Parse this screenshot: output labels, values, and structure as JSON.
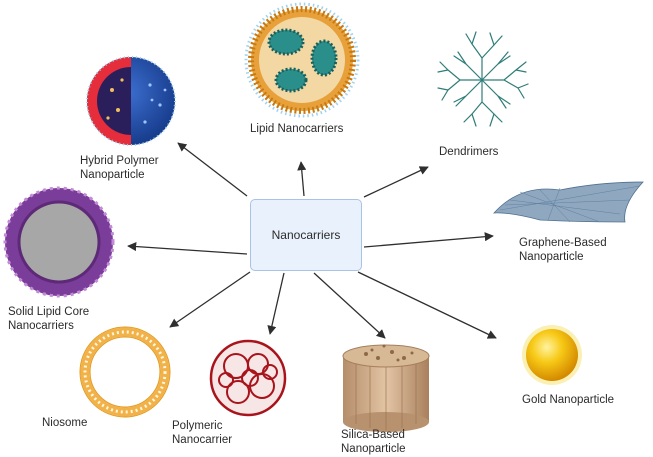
{
  "center": {
    "label": "Nanocarriers"
  },
  "nodes": {
    "lipid": "Lipid Nanocarriers",
    "dendrimers": "Dendrimers",
    "hybrid_l1": "Hybrid Polymer",
    "hybrid_l2": "Nanoparticle",
    "graphene_l1": "Graphene-Based",
    "graphene_l2": "Nanoparticle",
    "solid_l1": "Solid Lipid Core",
    "solid_l2": "Nanocarriers",
    "gold": "Gold Nanoparticle",
    "niosome": "Niosome",
    "polymeric_l1": "Polymeric",
    "polymeric_l2": "Nanocarrier",
    "silica_l1": "Silica-Based",
    "silica_l2": "Nanoparticle"
  },
  "colors": {
    "arrow": "#2f2f2f",
    "box_fill": "#e9f1fc",
    "box_border": "#a9c3e6",
    "gold": "#f2b400",
    "polymer_red": "#a8141c",
    "lipid_teal": "#2a8f8a",
    "dendrimer_teal": "#2e7d7a",
    "solid_purple": "#7a3d9a",
    "hybrid_blue": "#2a56b8"
  }
}
